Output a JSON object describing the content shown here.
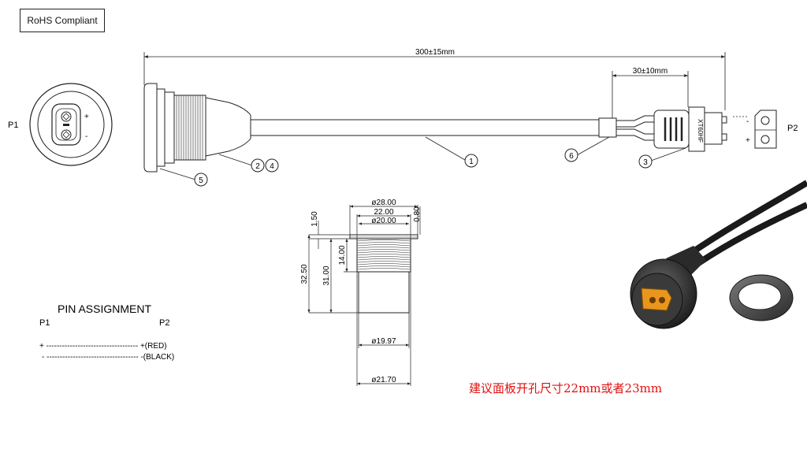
{
  "compliance_label": "RoHS Compliant",
  "cable": {
    "total_length": "300±15mm",
    "lead_length": "30±10mm",
    "end_p1": "P1",
    "end_p2": "P2",
    "connector_mark": "XT60HF",
    "p2_plus": "+",
    "p2_minus": "-",
    "p1_plus": "+",
    "p1_minus": "-"
  },
  "callouts": [
    "1",
    "2",
    "4",
    "6",
    "3",
    "5"
  ],
  "section": {
    "dims": {
      "d_flange": "ø28.00",
      "d_thread_top": "22.00",
      "d_inner": "ø20.00",
      "d_body": "ø19.97",
      "d_bottom": "ø21.70",
      "flange_thk": "1.50",
      "lip": "0.80",
      "thread_len": "14.00",
      "body_len": "31.00",
      "total_len": "32.50"
    }
  },
  "pin_assignment": {
    "title": "PIN ASSIGNMENT",
    "col_p1": "P1",
    "col_p2": "P2",
    "rows": [
      {
        "left": "+ ----------------------------------- +(RED)"
      },
      {
        "left": "- ----------------------------------- -(BLACK)"
      }
    ]
  },
  "panel_note": "建议面板开孔尺寸22mm或者23mm",
  "colors": {
    "accent_orange": "#e8961e",
    "note_red": "#e01010",
    "line": "#222222"
  }
}
